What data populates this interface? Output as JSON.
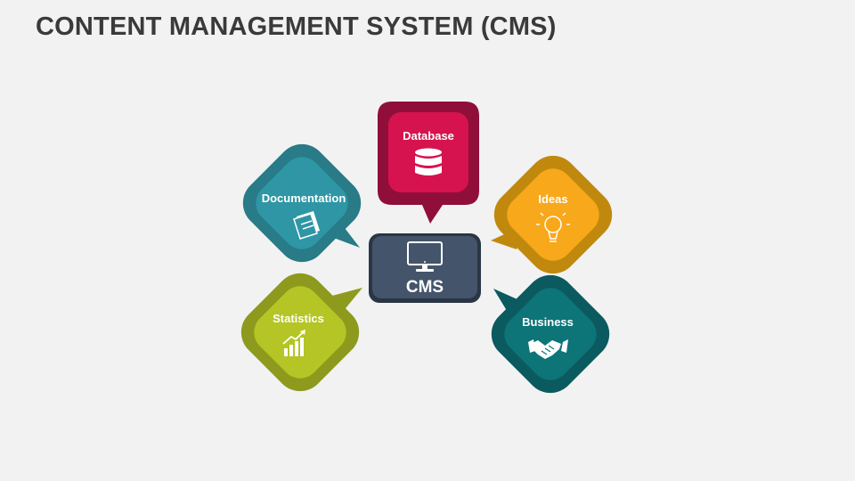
{
  "slide": {
    "title": "CONTENT MANAGEMENT SYSTEM (CMS)"
  },
  "diagram": {
    "center": {
      "label": "CMS",
      "icon": "monitor-icon",
      "color": "#44546a"
    },
    "nodes": [
      {
        "id": "database",
        "label": "Database",
        "icon": "database-icon",
        "color": "#d6134f",
        "shade": "#8f0f3a"
      },
      {
        "id": "ideas",
        "label": "Ideas",
        "icon": "lightbulb-icon",
        "color": "#f7a81b",
        "shade": "#c0890e"
      },
      {
        "id": "business",
        "label": "Business",
        "icon": "handshake-icon",
        "color": "#0d7478",
        "shade": "#0a5a5f"
      },
      {
        "id": "statistics",
        "label": "Statistics",
        "icon": "growth-chart-icon",
        "color": "#b4c525",
        "shade": "#8d9a1d"
      },
      {
        "id": "documentation",
        "label": "Documentation",
        "icon": "folder-icon",
        "color": "#2e96a4",
        "shade": "#287b87"
      }
    ]
  }
}
